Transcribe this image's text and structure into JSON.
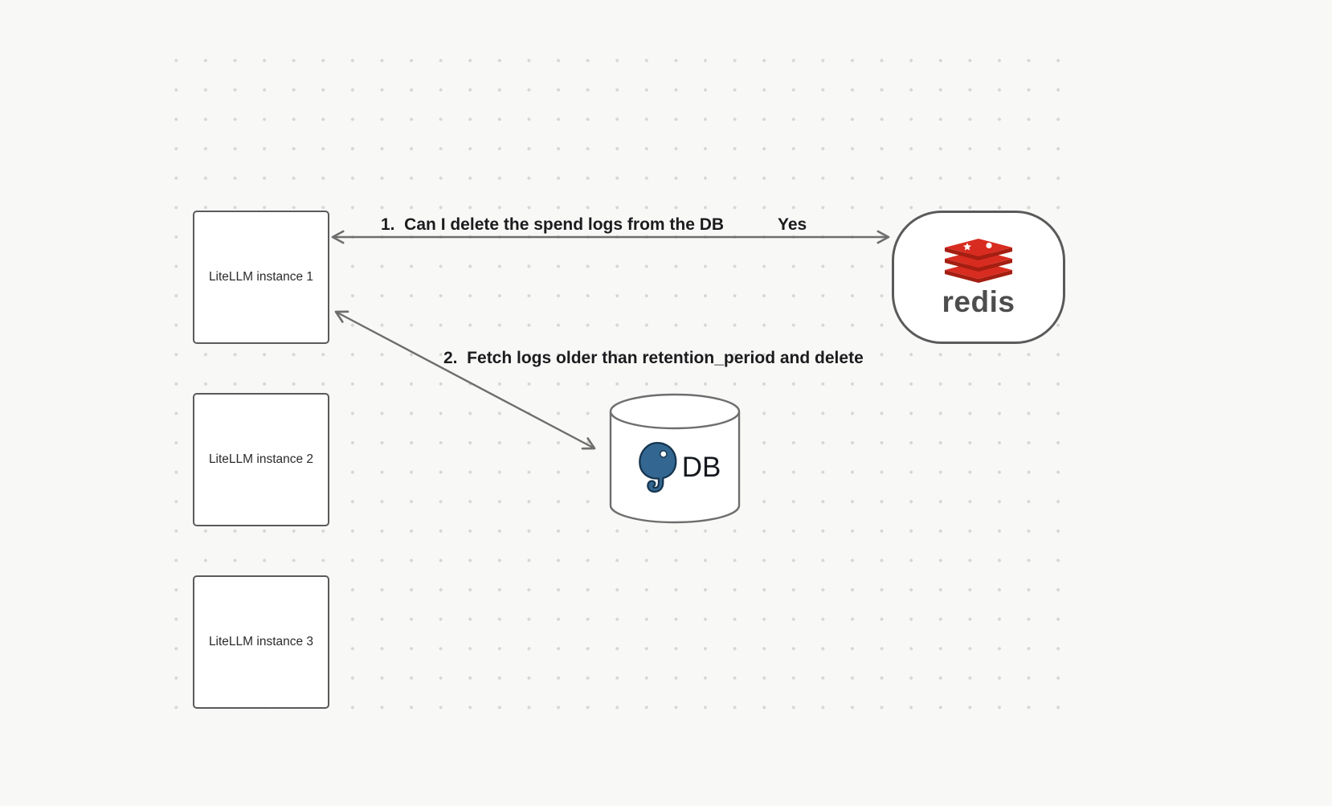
{
  "canvas": {
    "background": "#f8f8f7",
    "dot_color": "#d7d7d4"
  },
  "colors": {
    "arrow": "#6e6e6e",
    "node_border": "#5a5a5a",
    "node_fill": "#ffffff",
    "label_text": "#1c1c1e",
    "redis_red": "#d82c20",
    "redis_dark_red": "#a41e11",
    "redis_wordmark": "#4d4d4d",
    "postgres_blue": "#336791",
    "postgres_outline": "#17354f"
  },
  "nodes": {
    "instances": [
      {
        "label": "LiteLLM instance 1"
      },
      {
        "label": "LiteLLM instance 2"
      },
      {
        "label": "LiteLLM instance 3"
      }
    ],
    "redis": {
      "wordmark": "redis",
      "icon": "redis-logo"
    },
    "database": {
      "label": "DB",
      "icon": "postgresql-logo"
    }
  },
  "arrows": [
    {
      "id": 1,
      "label": "1.  Can I delete the spend logs from the DB",
      "response": "Yes",
      "from": "LiteLLM instance 1",
      "to": "redis",
      "style": "double-headed"
    },
    {
      "id": 2,
      "label": "2.  Fetch logs older than retention_period and delete",
      "from": "LiteLLM instance 1",
      "to": "DB",
      "style": "double-headed"
    }
  ]
}
